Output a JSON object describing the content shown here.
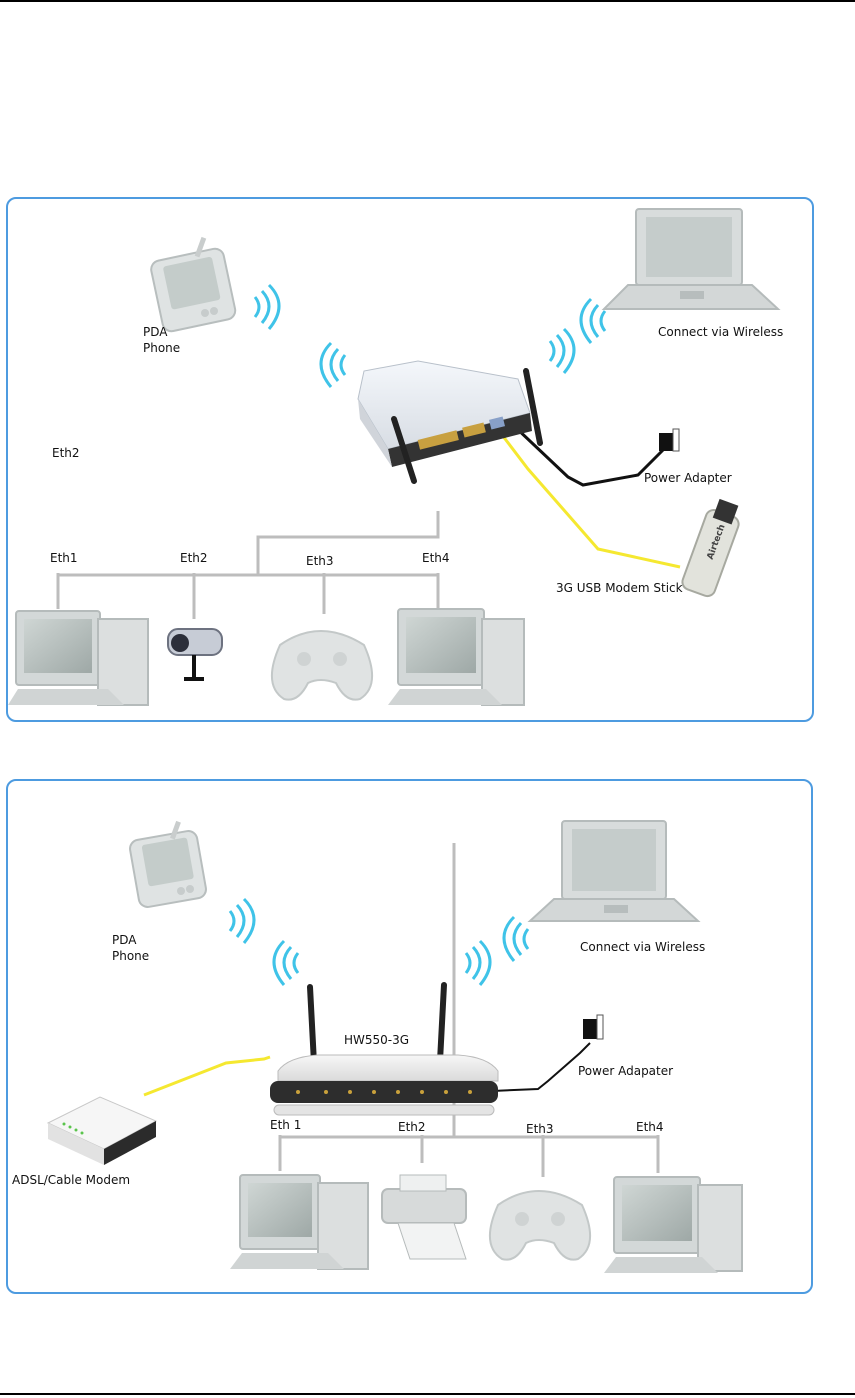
{
  "diagram1": {
    "labels": {
      "pda": "PDA\nPhone",
      "wireless": "Connect via Wireless",
      "power": "Power Adapter",
      "usb": "3G USB Modem Stick",
      "usb_brand": "Airtech",
      "eth2_side": "Eth2",
      "eth1": "Eth1",
      "eth2": "Eth2",
      "eth3": "Eth3",
      "eth4": "Eth4"
    },
    "devices": [
      "pda-icon",
      "laptop-icon",
      "router-icon",
      "power-adapter-icon",
      "usb-modem-icon",
      "desktop-pc-icon",
      "webcam-icon",
      "gamepad-icon",
      "desktop-pc-icon"
    ],
    "colors": {
      "border": "#4d9be0",
      "cable": "#c0c0c0",
      "usb_cable": "#f5e830",
      "power_cable": "#000000",
      "wifi": "#3fc3e8"
    }
  },
  "diagram2": {
    "labels": {
      "pda": "PDA\nPhone",
      "wireless": "Connect via Wireless",
      "model": "HW550-3G",
      "power": "Power Adapater",
      "modem": "ADSL/Cable Modem",
      "eth1": "Eth 1",
      "eth2": "Eth2",
      "eth3": "Eth3",
      "eth4": "Eth4"
    },
    "devices": [
      "pda-icon",
      "laptop-icon",
      "router-icon",
      "power-adapter-icon",
      "adsl-modem-icon",
      "desktop-pc-icon",
      "printer-icon",
      "gamepad-icon",
      "desktop-pc-icon"
    ],
    "colors": {
      "border": "#4d9be0",
      "cable": "#c0c0c0",
      "modem_cable": "#f5e830",
      "power_cable": "#000000",
      "wifi": "#3fc3e8"
    }
  }
}
